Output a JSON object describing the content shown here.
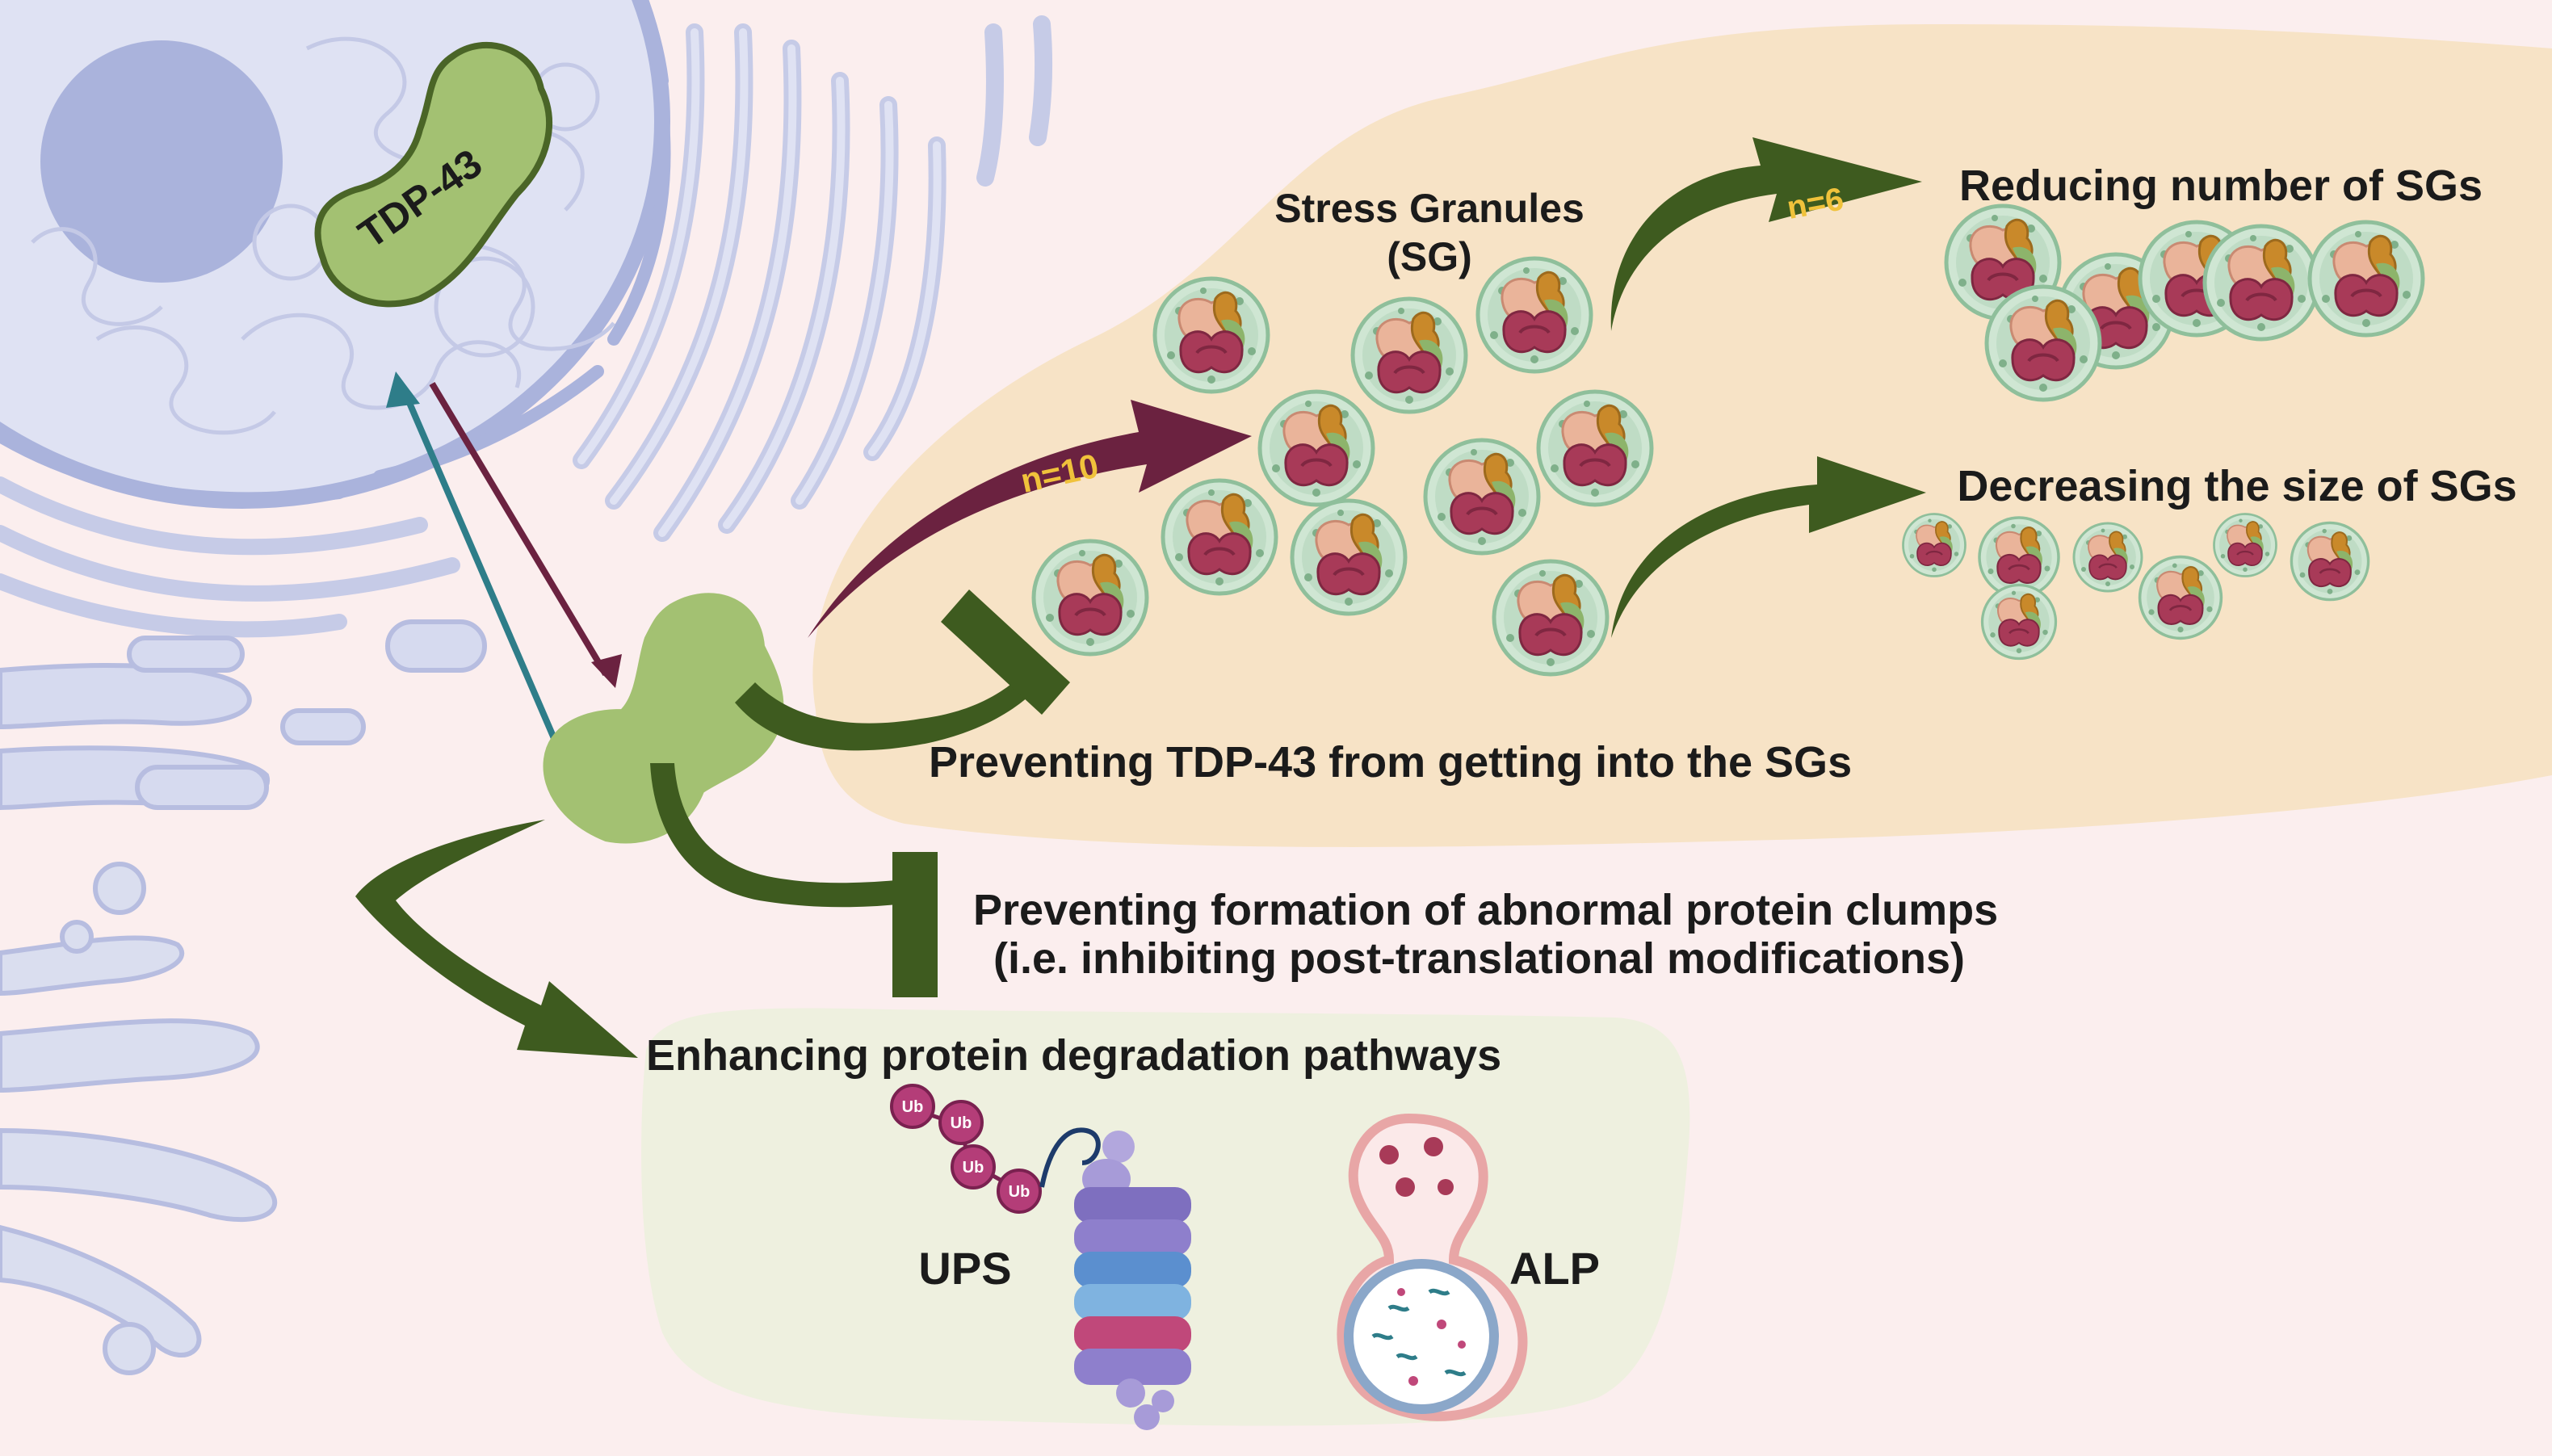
{
  "labels": {
    "tdp43": "TDP-43",
    "sg_title_line1": "Stress Granules",
    "sg_title_line2": "(SG)",
    "n10": "n=10",
    "n6": "n=6",
    "reducing": "Reducing number of SGs",
    "decreasing": "Decreasing the size of SGs",
    "preventing_entry": "Preventing TDP-43 from getting into the SGs",
    "preventing_formation_line1": "Preventing formation of abnormal protein clumps",
    "preventing_formation_line2": "(i.e. inhibiting post-translational modifications)",
    "enhancing": "Enhancing protein degradation pathways",
    "ups": "UPS",
    "alp": "ALP",
    "ub": "Ub"
  },
  "colors": {
    "background": "#fbeeee",
    "cell_membrane": "#aab3dc",
    "nucleus_fill": "#dfe2f3",
    "nucleolus": "#aab3dc",
    "sg_region": "#f7e3c6",
    "degradation_region": "#eef0df",
    "tdp43_green": "#a3c172",
    "tdp43_outline": "#7f9f53",
    "inhibition_green": "#3e5b1f",
    "maroon_arrow": "#6b2240",
    "teal_arrow": "#2e7d89",
    "sg_outer": "#9cc7a8",
    "sg_maroon": "#a83a58",
    "sg_peach": "#eab49a",
    "sg_orange": "#c9892a",
    "ub_purple": "#a8376e",
    "proteasome_purple": "#8a7fc3",
    "proteasome_blue": "#5b8fcf",
    "proteasome_pink": "#c0487a",
    "lysosome_outline": "#8ba7c9",
    "lysosome_pink": "#e8a6a6",
    "text_yellow": "#f0c23b"
  }
}
